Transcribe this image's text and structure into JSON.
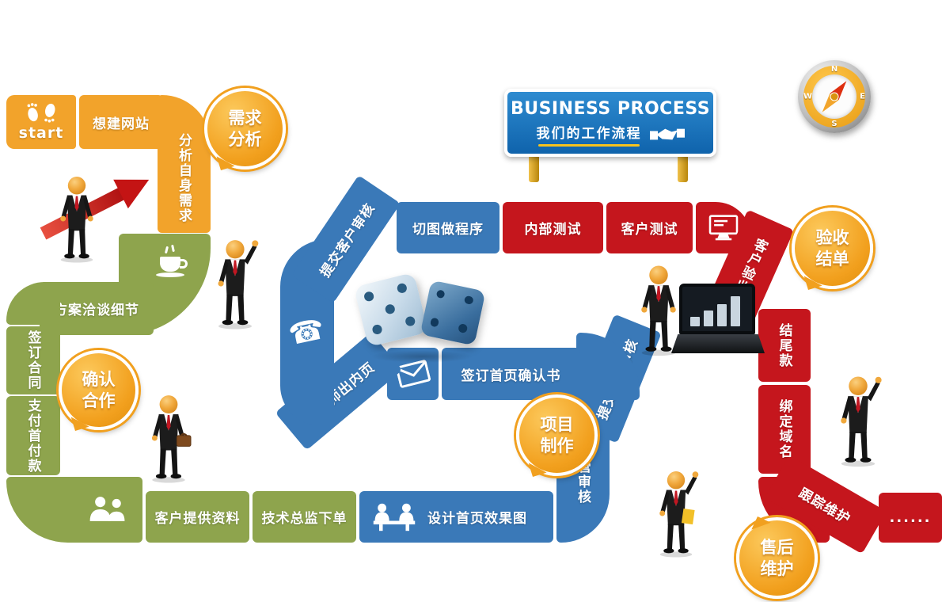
{
  "title_sign": {
    "title": "BUSINESS PROCESS",
    "subtitle": "我们的工作流程"
  },
  "start": {
    "label": "start"
  },
  "cells": {
    "want_site": "想建网站",
    "analyze_needs": "分析自身需求",
    "discuss_details": "方案洽谈细节",
    "sign_contract": "签订合同",
    "pay_deposit": "支付首付款",
    "provide_materials": "客户提供资料",
    "director_order": "技术总监下单",
    "design_homepage": "设计首页效果图",
    "dept_review": "部门主管审核",
    "submit_review_1": "提交客户审核",
    "sign_confirmation": "签订首页确认书",
    "designer_inner_pages": "设计师出内页",
    "submit_review_2": "提交客户审核",
    "slice_program": "切图做程序",
    "internal_test": "内部测试",
    "client_test": "客户测试",
    "client_acceptance": "客户验收",
    "final_payment": "结尾款",
    "bind_domain": "绑定域名",
    "track_maintenance": "跟踪维护",
    "ellipsis": "......"
  },
  "bubbles": {
    "requirements": {
      "line1": "需求",
      "line2": "分析"
    },
    "confirm": {
      "line1": "确认",
      "line2": "合作"
    },
    "project": {
      "line1": "项目",
      "line2": "制作"
    },
    "acceptance": {
      "line1": "验收",
      "line2": "结单"
    },
    "aftersales": {
      "line1": "售后",
      "line2": "维护"
    }
  },
  "icons": {
    "phone": "☎"
  },
  "compass": {
    "n": "N",
    "e": "E",
    "s": "S",
    "w": "W"
  },
  "colors": {
    "orange": "#F2A32B",
    "green": "#8EA44D",
    "blue": "#3A79B8",
    "red": "#C5161D",
    "sign_blue": "#1879C5",
    "bubble_gold": "#F2A01E"
  }
}
